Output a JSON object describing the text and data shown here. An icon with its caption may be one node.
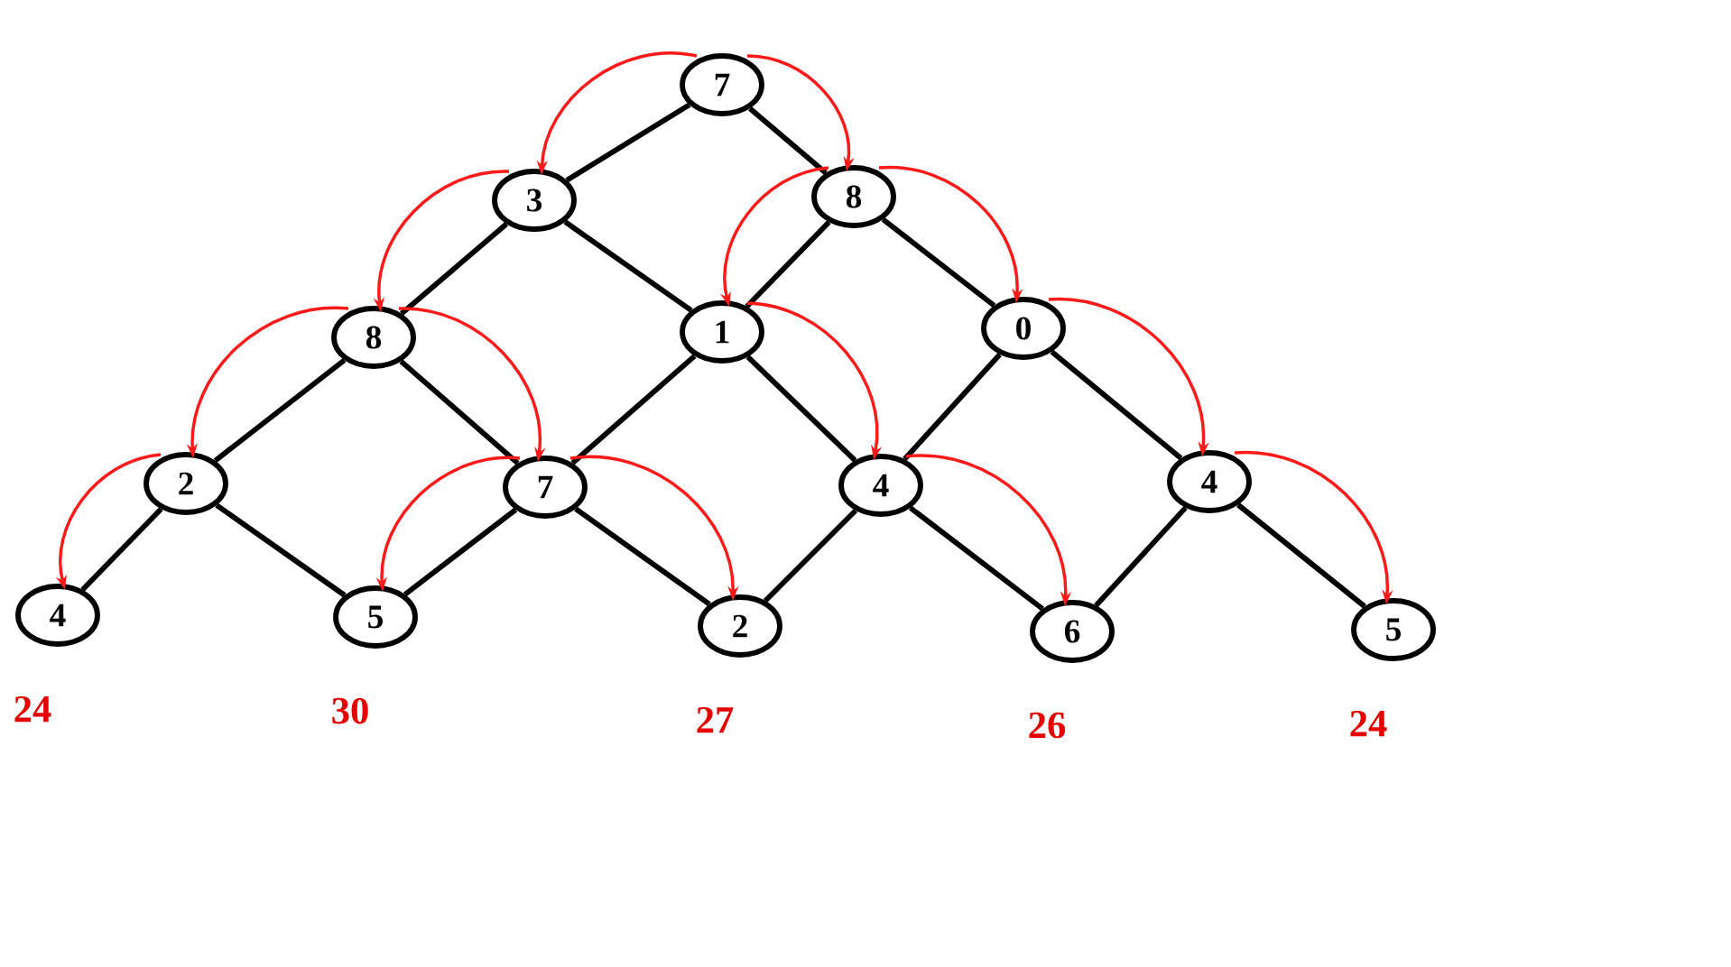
{
  "diagram": {
    "nodes": [
      {
        "text": [
          "7"
        ]
      },
      {
        "text": [
          "3"
        ]
      },
      {
        "text": [
          "8"
        ]
      },
      {
        "text": [
          "8"
        ]
      },
      {
        "text": [
          "1"
        ]
      },
      {
        "text": [
          "0"
        ]
      },
      {
        "text": [
          "2"
        ]
      },
      {
        "text": [
          "7"
        ]
      },
      {
        "text": [
          "4"
        ]
      },
      {
        "text": [
          "4"
        ]
      },
      {
        "text": [
          "4"
        ],
        "beside": [
          "24"
        ]
      },
      {
        "text": [
          "5"
        ],
        "beside": [
          "30"
        ]
      },
      {
        "text": [
          "2"
        ],
        "beside": [
          "27"
        ]
      },
      {
        "text": [
          "6"
        ],
        "beside": [
          "26"
        ]
      },
      {
        "text": [
          "5"
        ],
        "beside": [
          "24"
        ]
      }
    ],
    "edges": [
      {
        "from": 0,
        "to": 1,
        "arrow": "none"
      },
      {
        "from": 0,
        "to": 2,
        "arrow": "none"
      },
      {
        "from": 1,
        "to": 3,
        "arrow": "none"
      },
      {
        "from": 1,
        "to": 4,
        "arrow": "none"
      },
      {
        "from": 2,
        "to": 4,
        "arrow": "none"
      },
      {
        "from": 2,
        "to": 5,
        "arrow": "none"
      },
      {
        "from": 3,
        "to": 6,
        "arrow": "none"
      },
      {
        "from": 3,
        "to": 7,
        "arrow": "none"
      },
      {
        "from": 4,
        "to": 7,
        "arrow": "none"
      },
      {
        "from": 4,
        "to": 8,
        "arrow": "none"
      },
      {
        "from": 5,
        "to": 8,
        "arrow": "none"
      },
      {
        "from": 5,
        "to": 9,
        "arrow": "none"
      },
      {
        "from": 6,
        "to": 10,
        "arrow": "none"
      },
      {
        "from": 6,
        "to": 11,
        "arrow": "none"
      },
      {
        "from": 7,
        "to": 11,
        "arrow": "none"
      },
      {
        "from": 7,
        "to": 12,
        "arrow": "none"
      },
      {
        "from": 8,
        "to": 12,
        "arrow": "none"
      },
      {
        "from": 8,
        "to": 13,
        "arrow": "none"
      },
      {
        "from": 9,
        "to": 13,
        "arrow": "none"
      },
      {
        "from": 9,
        "to": 14,
        "arrow": "none"
      },
      {
        "from": 0,
        "to": 1,
        "arrow": "to",
        "color": "#ff1a1a"
      },
      {
        "from": 0,
        "to": 2,
        "arrow": "to",
        "color": "#ff1a1a"
      },
      {
        "from": 1,
        "to": 3,
        "arrow": "to",
        "color": "#ff1a1a"
      },
      {
        "from": 2,
        "to": 4,
        "arrow": "to",
        "color": "#ff1a1a"
      },
      {
        "from": 2,
        "to": 5,
        "arrow": "to",
        "color": "#ff1a1a"
      },
      {
        "from": 3,
        "to": 6,
        "arrow": "to",
        "color": "#ff1a1a"
      },
      {
        "from": 3,
        "to": 7,
        "arrow": "to",
        "color": "#ff1a1a"
      },
      {
        "from": 4,
        "to": 8,
        "arrow": "to",
        "color": "#ff1a1a"
      },
      {
        "from": 5,
        "to": 9,
        "arrow": "to",
        "color": "#ff1a1a"
      },
      {
        "from": 6,
        "to": 10,
        "arrow": "to",
        "color": "#ff1a1a"
      },
      {
        "from": 7,
        "to": 11,
        "arrow": "to",
        "color": "#ff1a1a"
      },
      {
        "from": 7,
        "to": 12,
        "arrow": "to",
        "color": "#ff1a1a"
      },
      {
        "from": 8,
        "to": 13,
        "arrow": "to",
        "color": "#ff1a1a"
      },
      {
        "from": 9,
        "to": 14,
        "arrow": "to",
        "color": "#ff1a1a"
      }
    ]
  }
}
